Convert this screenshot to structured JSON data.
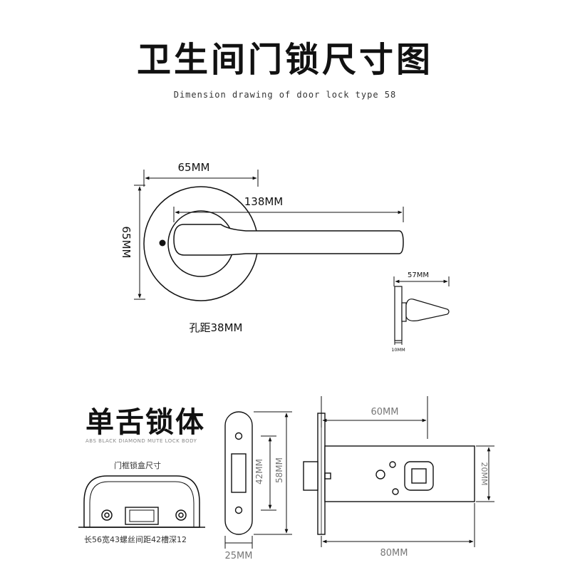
{
  "header": {
    "title": "卫生间门锁尺寸图",
    "subtitle": "Dimension drawing of door lock type 58"
  },
  "handle_front": {
    "width_label": "65MM",
    "height_label": "65MM",
    "length_label": "138MM",
    "hole_distance_label": "孔距38MM"
  },
  "handle_side": {
    "depth_label": "57MM",
    "base_label": "10MM"
  },
  "lock_body": {
    "title": "单舌锁体",
    "subtitle": "ABS BLACK DIAMOND MUTE LOCK BODY",
    "frame_box_label": "门框锁盒尺寸",
    "frame_box_desc": "长56宽43螺丝间距42槽深12",
    "faceplate_width_label": "25MM",
    "faceplate_screw_label": "42MM",
    "faceplate_height_label": "58MM",
    "backset_label": "60MM",
    "total_length_label": "80MM",
    "body_height_label": "20MM"
  },
  "colors": {
    "line": "#111111",
    "grey_text": "#777777"
  }
}
